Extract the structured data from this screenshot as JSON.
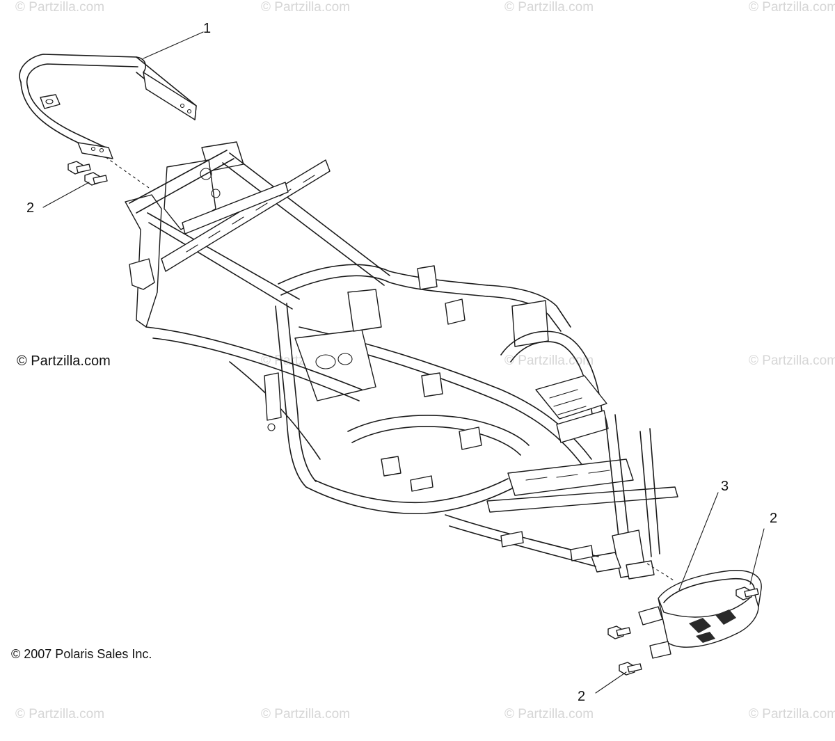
{
  "watermarks": {
    "top": [
      "© Partzilla.com",
      "© Partzilla.com",
      "© Partzilla.com",
      "© Partzilla.com"
    ],
    "middle": [
      "© Partzilla.com",
      "© Partzilla.com",
      "© Partzilla.com"
    ],
    "bottom": [
      "© Partzilla.com",
      "© Partzilla.com",
      "© Partzilla.com",
      "© Partzilla.com"
    ]
  },
  "credits": {
    "site": "© Partzilla.com",
    "copyright": "© 2007 Polaris Sales Inc."
  },
  "callouts": {
    "rear_rack": "1",
    "bolts_rear": "2",
    "front_bumper": "3",
    "bolts_front_top": "2",
    "bolts_front_bottom": "2"
  },
  "colors": {
    "line": "#1a1a1a",
    "watermark": "#d6d6d6",
    "background": "#ffffff"
  }
}
